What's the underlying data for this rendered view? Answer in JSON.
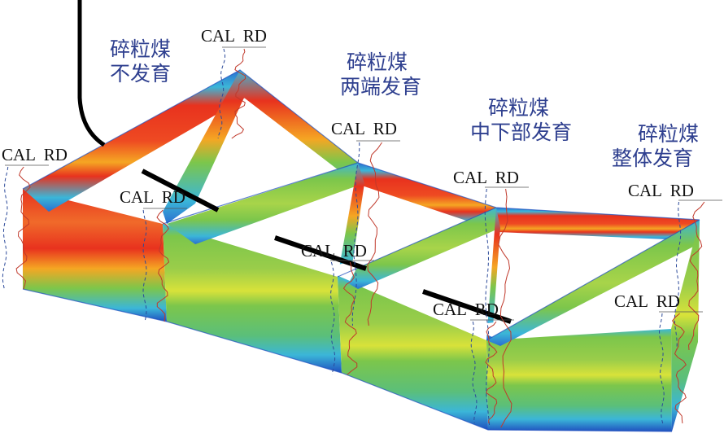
{
  "colors": {
    "hot": "#e8321e",
    "warm": "#f5a623",
    "mid": "#d8e23a",
    "green": "#7cc64b",
    "cool": "#3bb6d8",
    "cold": "#1f4fbf",
    "label_blue": "#2e3f8f",
    "log_red": "#c0392b",
    "log_blue": "#2c4a9a",
    "well": "#000000"
  },
  "zones": [
    {
      "line1": "碎粒煤",
      "line2": "不发育"
    },
    {
      "line1": "碎粒煤",
      "line2": "两端发育"
    },
    {
      "line1": "碎粒煤",
      "line2": "中下部发育"
    },
    {
      "line1": "碎粒煤",
      "line2": "整体发育"
    }
  ],
  "log_labels": [
    "CAL  RD",
    "CAL  RD",
    "CAL  RD",
    "CAL  RD",
    "CAL  RD",
    "CAL  RD",
    "CAL  RD",
    "CAL  RD",
    "CAL  RD"
  ]
}
